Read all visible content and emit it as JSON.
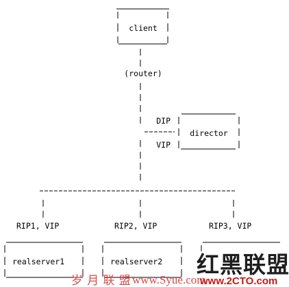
{
  "diagram": {
    "client_label": "client",
    "router_label": "(router)",
    "dip_label": "DIP",
    "director_label": "director",
    "vip_label": "VIP",
    "rip1_label": "RIP1, VIP",
    "rip2_label": "RIP2, VIP",
    "rip3_label": "RIP3, VIP",
    "realserver1_label": "realserver1",
    "realserver2_label": "realserver2"
  },
  "watermark": {
    "brand_chars": "红黑联盟",
    "site_chars": "岁 月 联 盟",
    "site_url": "www.Syue.com",
    "brand_url": "www.2CTO.com",
    "red_color": "#c81818",
    "dark_color": "#222222"
  }
}
